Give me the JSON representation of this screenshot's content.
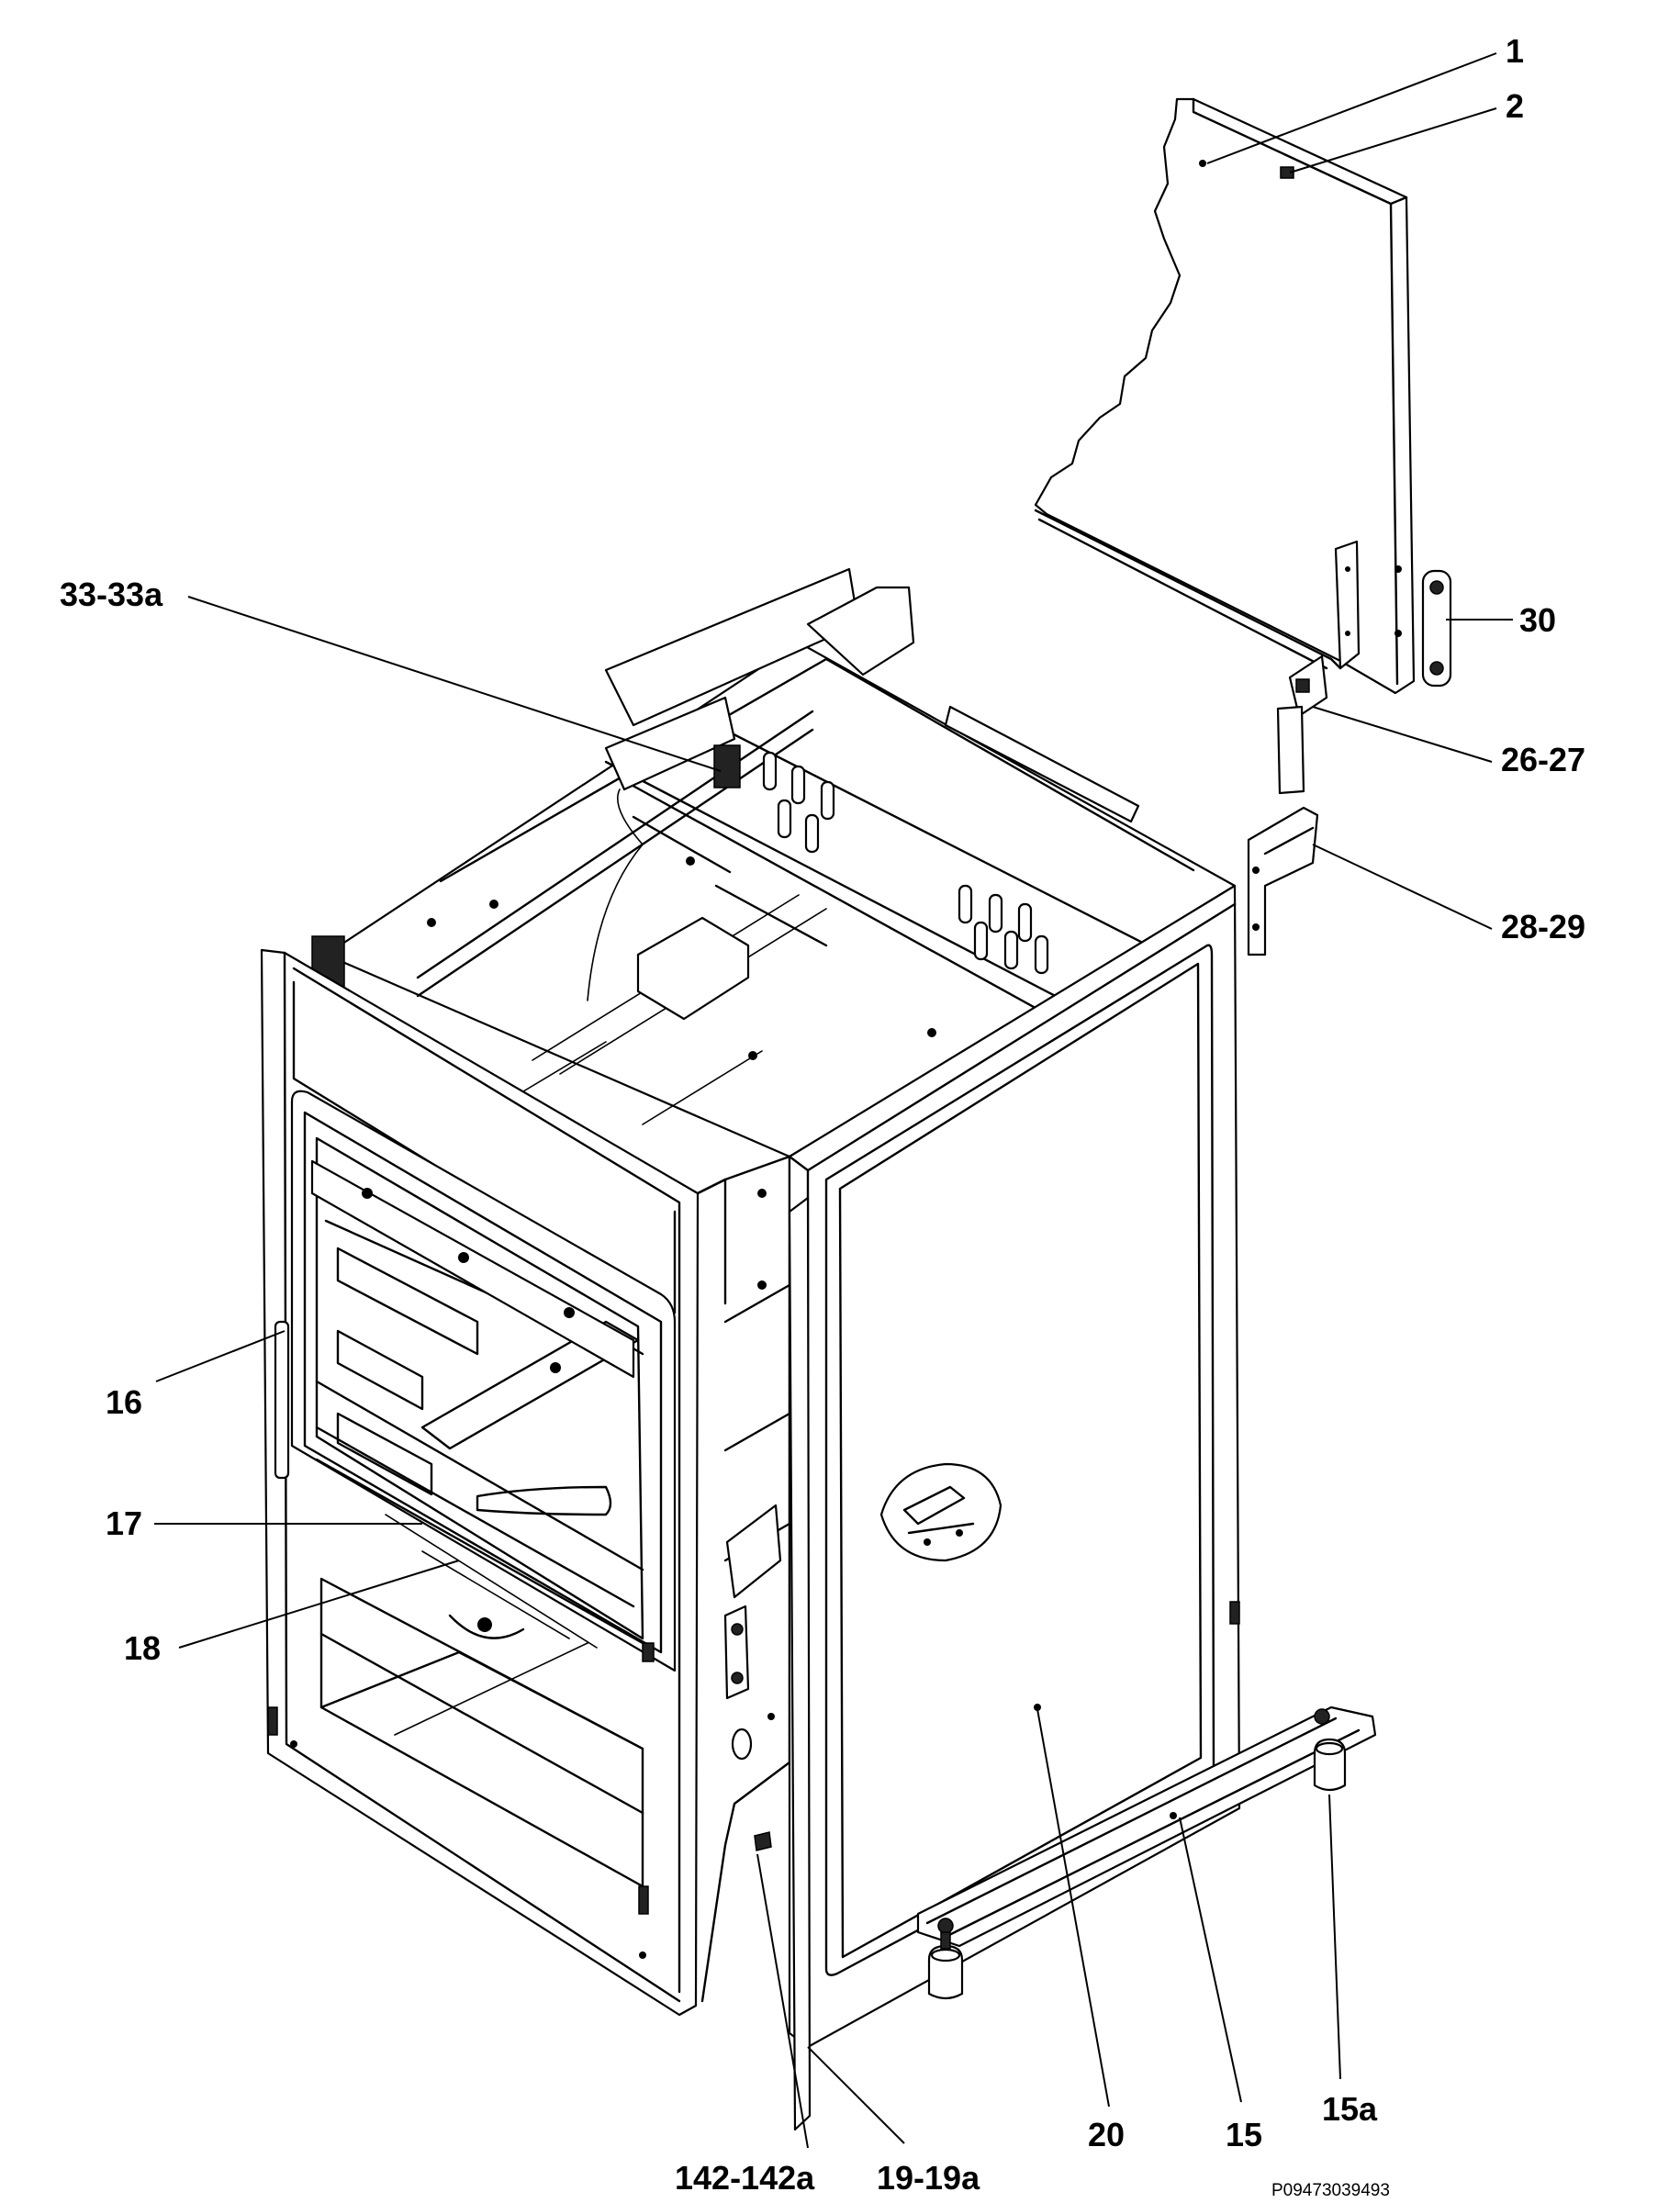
{
  "labels": {
    "l1": "1",
    "l2": "2",
    "l30": "30",
    "l26_27": "26-27",
    "l28_29": "28-29",
    "l33_33a": "33-33a",
    "l16": "16",
    "l17": "17",
    "l18": "18",
    "l20": "20",
    "l15": "15",
    "l15a": "15a",
    "l142_142a": "142-142a",
    "l19_19a": "19-19a"
  },
  "drawing_code": "P09473039493"
}
